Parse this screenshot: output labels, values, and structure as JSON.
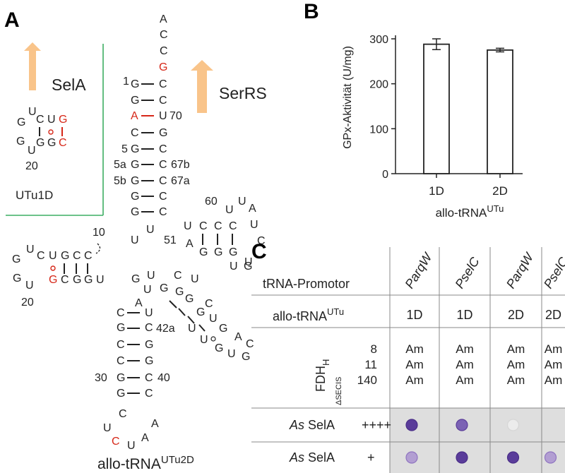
{
  "panel_labels": {
    "a": "A",
    "b": "B",
    "c": "C"
  },
  "colors": {
    "red": "#d62718",
    "orange_arrow": "#f9c48a",
    "green_rule": "#3dae63",
    "grid": "#888888",
    "spot_dark": "#5a3c9a",
    "spot_light": "#b29ed2",
    "spot_faint": "#d6d6d6",
    "spot_bg": "#dedede"
  },
  "panel_a": {
    "seLA_label": "SelA",
    "serRS_label": "SerRS",
    "inset_name": "UTu1D",
    "inset_position_20": "20",
    "main_name_base": "allo-tRNA",
    "main_name_sup": "UTu2D",
    "numbers": {
      "n1": "1",
      "n70": "70",
      "n5": "5",
      "n5a": "5a",
      "n5b": "5b",
      "n67b": "67b",
      "n67a": "67a",
      "n60": "60",
      "n51": "51",
      "n10": "10",
      "n20": "20",
      "n42a": "42a",
      "n30": "30",
      "n40": "40"
    }
  },
  "panel_b": {
    "ylabel": "GPx-Aktivität (U/mg)",
    "xlabel_base": "allo-tRNA",
    "xlabel_sup": "UTu"
  },
  "chart_data": {
    "type": "bar",
    "categories": [
      "1D",
      "2D"
    ],
    "values": [
      288,
      275
    ],
    "errors": [
      12,
      4
    ],
    "ylabel": "GPx-Aktivität (U/mg)",
    "xlabel": "allo-tRNAUTu",
    "ylim": [
      0,
      300
    ],
    "yticks": [
      0,
      100,
      200,
      300
    ],
    "grid": false
  },
  "panel_c": {
    "promoter_label": "tRNA-Promotor",
    "promoters": [
      "ParqW",
      "PselC",
      "ParqW",
      "PselC"
    ],
    "allo_label_base": "allo-tRNA",
    "allo_label_sup": "UTu",
    "allo_values": [
      "1D",
      "1D",
      "2D",
      "2D"
    ],
    "fdh_label_base": "FDH",
    "fdh_label_sub": "H",
    "fdh_label_sub2": "ΔSECIS",
    "fdh_rows": [
      "8",
      "11",
      "140"
    ],
    "am": "Am",
    "sela_rows": [
      {
        "species": "As",
        "name": "SelA",
        "level": "++++",
        "spots": [
          "dark",
          "medium",
          "faint",
          "none"
        ]
      },
      {
        "species": "As",
        "name": "SelA",
        "level": "+",
        "spots": [
          "light",
          "dark",
          "dark",
          "light"
        ]
      }
    ]
  }
}
